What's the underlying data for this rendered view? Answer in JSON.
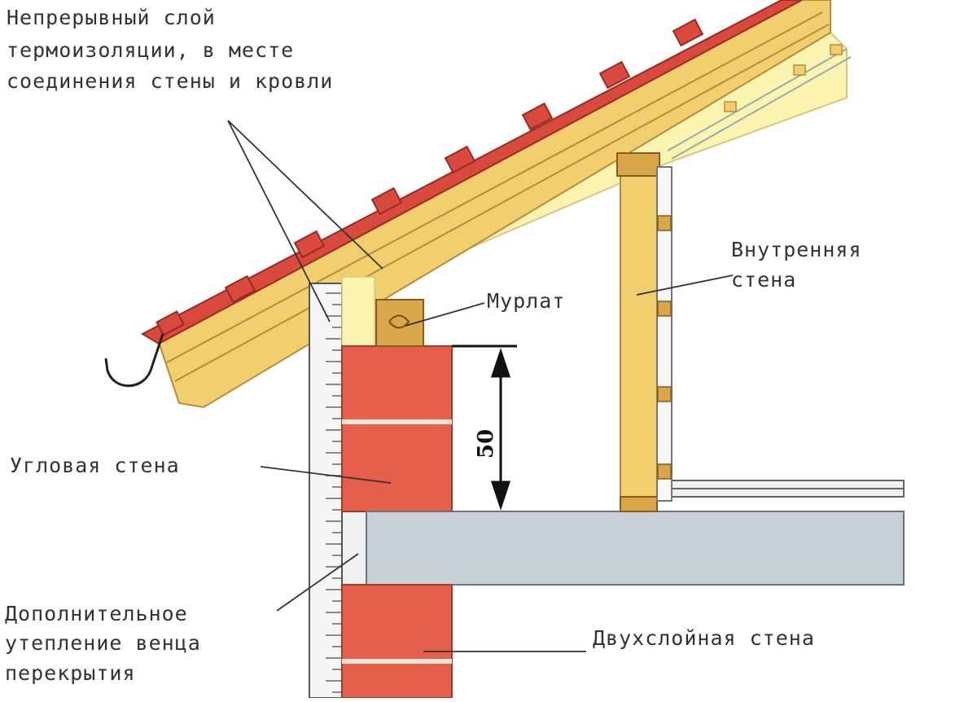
{
  "labels": {
    "insulation_layer": [
      "Непрерывный слой",
      "термоизоляции, в месте",
      "соединения стены и кровли"
    ],
    "mauerlat": "Мурлат",
    "inner_wall": [
      "Внутренняя",
      "стена"
    ],
    "corner_wall": "Угловая стена",
    "extra_insulation": [
      "Дополнительное",
      "утепление венца",
      "перекрытия"
    ],
    "two_layer_wall": "Двухслойная стена",
    "dimension": "50"
  },
  "colors": {
    "brick": "#e4604c",
    "brick_mortar": "#f4e4d8",
    "wood": "#f2cf6e",
    "wood_dark": "#d9a64a",
    "insulation": "#fbf3b0",
    "tile": "#d84a3e",
    "slab": "#c9cfd6",
    "line": "#333333"
  }
}
